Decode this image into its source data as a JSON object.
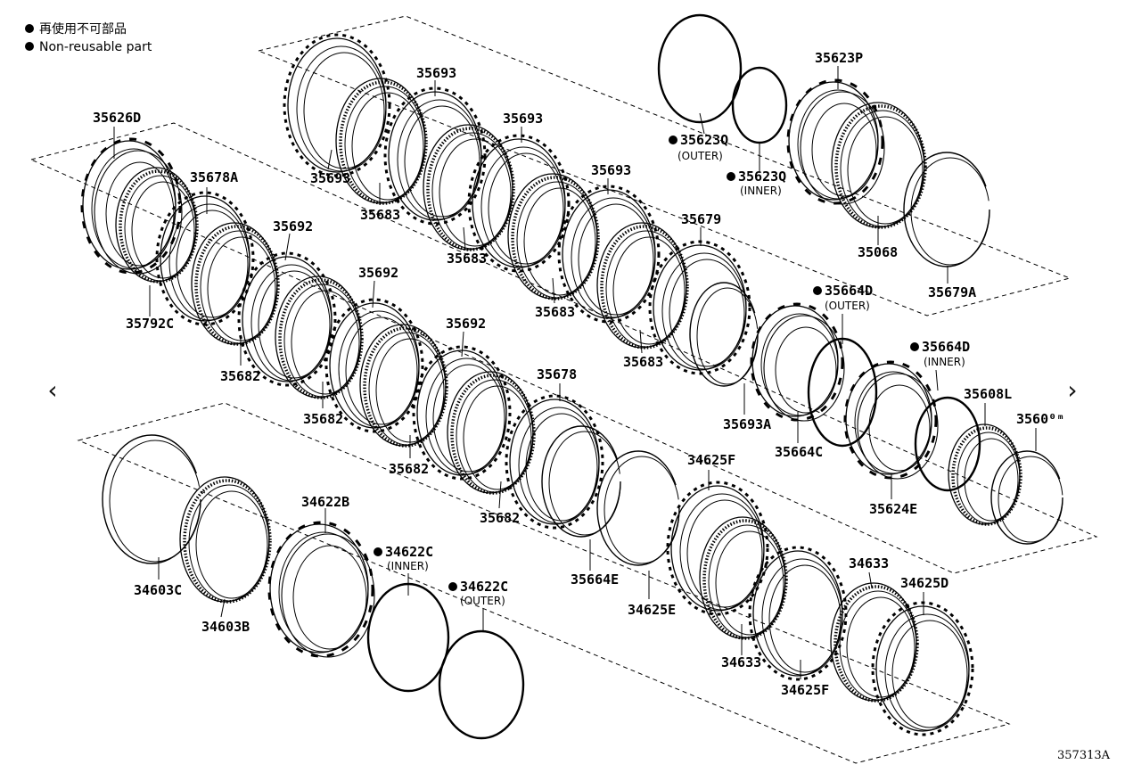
{
  "legend": {
    "japanese": "再使用不可部品",
    "english": "Non-reusable part"
  },
  "navigation": {
    "prev_glyph": "‹",
    "next_glyph": "›"
  },
  "drawing_number": "357313A",
  "parts": {
    "p35626D": "35626D",
    "p35678A": "35678A",
    "p35792C": "35792C",
    "p35692_1": "35692",
    "p35692_2": "35692",
    "p35692_3": "35692",
    "p35682_1": "35682",
    "p35682_2": "35682",
    "p35682_3": "35682",
    "p35682_4": "35682",
    "p35693_1": "35693",
    "p35693_2": "35693",
    "p35693_3": "35693",
    "p35693_4": "35693",
    "p35683_1": "35683",
    "p35683_2": "35683",
    "p35683_3": "35683",
    "p35683_4": "35683",
    "p35679": "35679",
    "p35623Q_outer": "35623Q",
    "p35623Q_inner": "35623Q",
    "p35623P": "35623P",
    "p35068": "35068",
    "p35679A": "35679A",
    "p35664D_outer": "35664D",
    "p35664D_inner": "35664D",
    "p35693A": "35693A",
    "p35664C": "35664C",
    "p35608L": "35608L",
    "p3560x": "3560⁰ᵐ",
    "p35624E": "35624E",
    "p35678": "35678",
    "p35664E": "35664E",
    "p34625F_1": "34625F",
    "p34625F_2": "34625F",
    "p34625E": "34625E",
    "p34633_1": "34633",
    "p34633_2": "34633",
    "p34625D": "34625D",
    "p34622B": "34622B",
    "p34622C_inner": "34622C",
    "p34622C_outer": "34622C",
    "p34603C": "34603C",
    "p34603B": "34603B"
  },
  "qualifiers": {
    "outer_q": "(OUTER)",
    "inner_q": "(INNER)",
    "outer_d": "(OUTER)",
    "inner_d": "(INNER)",
    "inner_c": "(INNER)",
    "outer_c": "(OUTER)"
  }
}
